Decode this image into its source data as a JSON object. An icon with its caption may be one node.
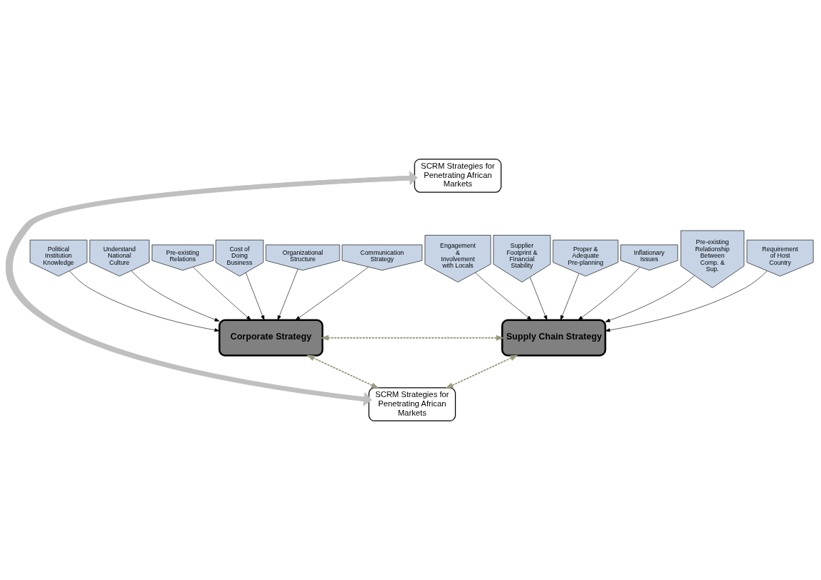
{
  "diagram": {
    "nodes": [
      {
        "text": [
          "SCRM Strategies for Penetrating African Markets"
        ]
      },
      {
        "text": [
          "Corporate Strategy"
        ]
      },
      {
        "text": [
          "Supply Chain Strategy"
        ]
      },
      {
        "text": [
          "SCRM Strategies for Penetrating African Markets"
        ]
      },
      {
        "text": [
          "Political Institution Knowledge"
        ]
      },
      {
        "text": [
          "Understand National Culture"
        ]
      },
      {
        "text": [
          "Pre-existing Relations"
        ]
      },
      {
        "text": [
          "Cost of Doing Business"
        ]
      },
      {
        "text": [
          "Organizational Structure"
        ]
      },
      {
        "text": [
          "Communication Strategy"
        ]
      },
      {
        "text": [
          "Engagement & Involvement with Locals"
        ]
      },
      {
        "text": [
          "Supplier Footprint & Financial Stability"
        ]
      },
      {
        "text": [
          "Proper & Adequate Pre-planning"
        ]
      },
      {
        "text": [
          "Inflationary Issues"
        ]
      },
      {
        "text": [
          "Pre-existing Relationship Between Comp. & Sup."
        ]
      },
      {
        "text": [
          "Requirement of Host Country"
        ]
      }
    ],
    "edges": [
      {
        "from": 3,
        "to": 0,
        "arrow": "to",
        "style": "thick",
        "color": "#bfbfbf"
      },
      {
        "from": 0,
        "to": 3,
        "arrow": "to",
        "style": "thick",
        "color": "#bfbfbf"
      },
      {
        "from": 1,
        "to": 2,
        "arrow": "both",
        "style": "dashed",
        "color": "#9a9a80"
      },
      {
        "from": 1,
        "to": 3,
        "arrow": "both",
        "style": "dashed",
        "color": "#9a9a80"
      },
      {
        "from": 2,
        "to": 3,
        "arrow": "both",
        "style": "dashed",
        "color": "#9a9a80"
      },
      {
        "from": 4,
        "to": 1,
        "arrow": "to"
      },
      {
        "from": 5,
        "to": 1,
        "arrow": "to"
      },
      {
        "from": 6,
        "to": 1,
        "arrow": "to"
      },
      {
        "from": 7,
        "to": 1,
        "arrow": "to"
      },
      {
        "from": 8,
        "to": 1,
        "arrow": "to"
      },
      {
        "from": 9,
        "to": 1,
        "arrow": "to"
      },
      {
        "from": 10,
        "to": 2,
        "arrow": "to"
      },
      {
        "from": 11,
        "to": 2,
        "arrow": "to"
      },
      {
        "from": 12,
        "to": 2,
        "arrow": "to"
      },
      {
        "from": 13,
        "to": 2,
        "arrow": "to"
      },
      {
        "from": 14,
        "to": 2,
        "arrow": "to"
      },
      {
        "from": 15,
        "to": 2,
        "arrow": "to"
      }
    ]
  }
}
